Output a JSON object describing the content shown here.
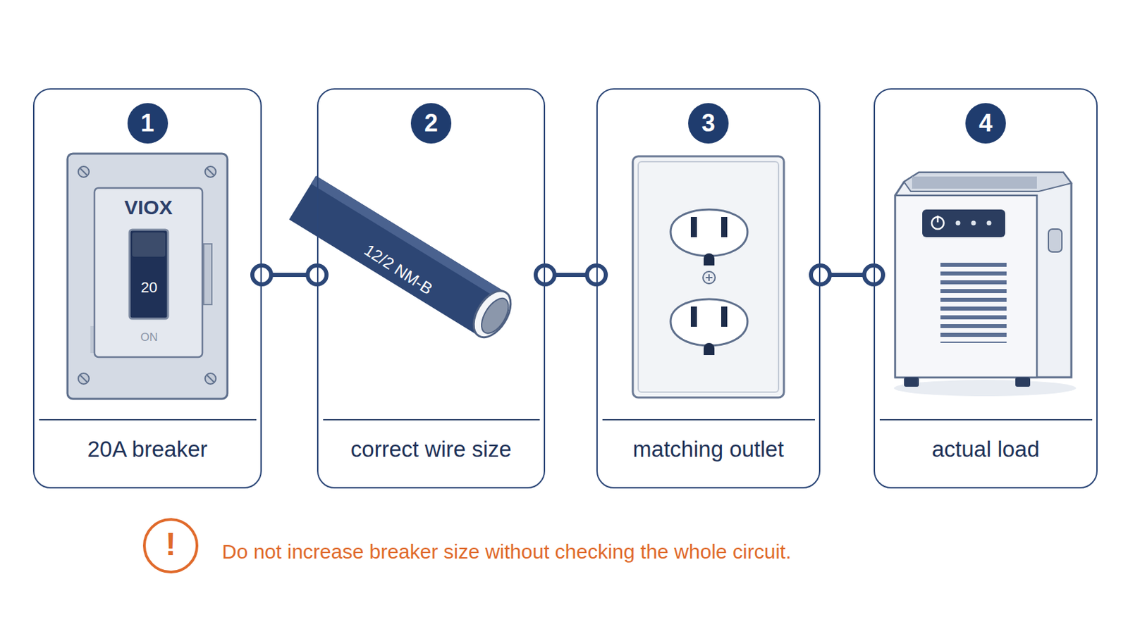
{
  "diagram": {
    "nodes": [
      {
        "text": [
          "1",
          "20A breaker"
        ]
      },
      {
        "text": [
          "2",
          "correct wire size"
        ]
      },
      {
        "text": [
          "3",
          "matching outlet"
        ]
      },
      {
        "text": [
          "4",
          "actual load"
        ]
      }
    ],
    "edges": [
      {
        "from": 0,
        "to": 1,
        "arrow": "none"
      },
      {
        "from": 1,
        "to": 2,
        "arrow": "none"
      },
      {
        "from": 2,
        "to": 3,
        "arrow": "none"
      }
    ],
    "labels": [
      "VIOX",
      "20",
      "ON",
      "12/2 NM-B",
      "!",
      "Do not increase breaker size without checking the whole circuit."
    ]
  }
}
